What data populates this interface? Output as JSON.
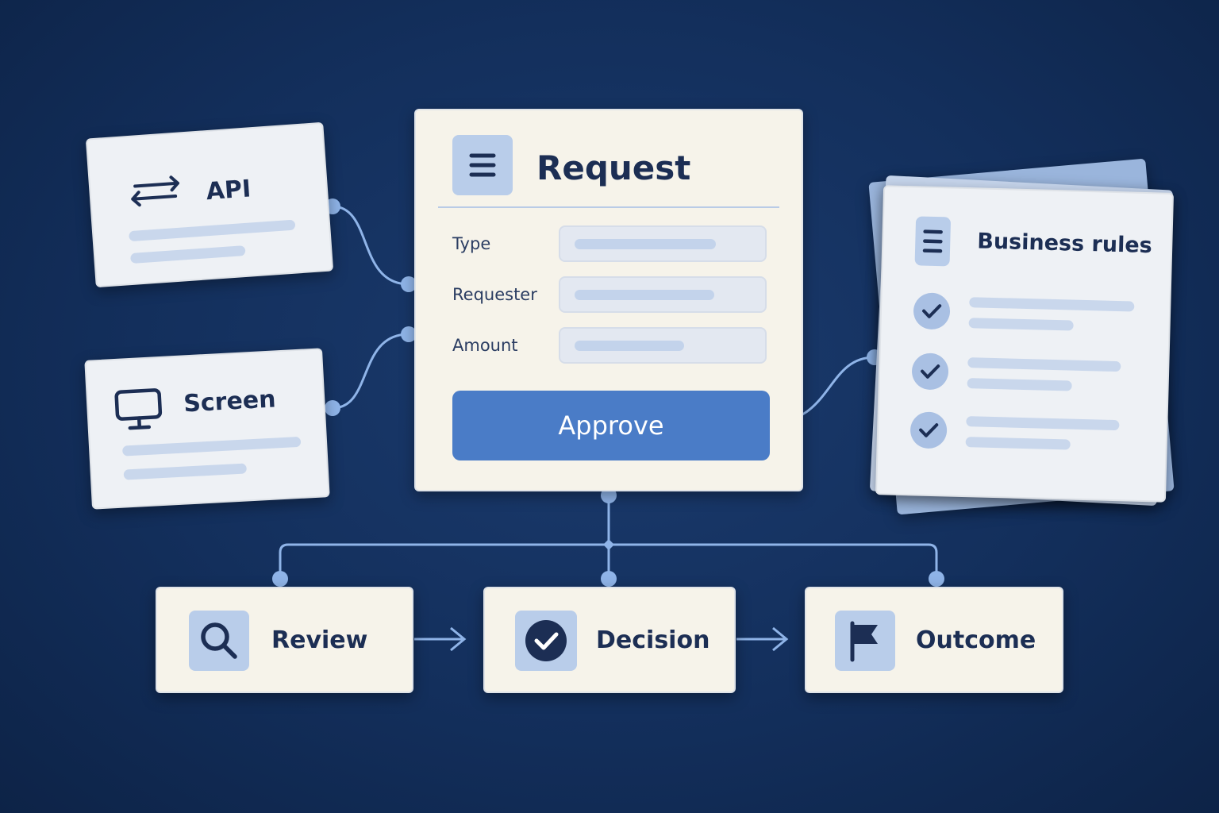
{
  "colors": {
    "background": "#132f5c",
    "card": "#f6f3ea",
    "accent": "#4a7cc7",
    "connector": "#8fb4e8",
    "text": "#1c2e54"
  },
  "api_card": {
    "title": "API",
    "icon": "arrows-exchange-icon"
  },
  "screen_card": {
    "title": "Screen",
    "icon": "monitor-icon"
  },
  "request_card": {
    "title": "Request",
    "icon": "document-icon",
    "fields": [
      {
        "label": "Type"
      },
      {
        "label": "Requester"
      },
      {
        "label": "Amount"
      }
    ],
    "approve_label": "Approve"
  },
  "rules_card": {
    "title": "Business rules",
    "icon": "document-icon",
    "checks": [
      {
        "icon": "check-circle-icon"
      },
      {
        "icon": "check-circle-icon"
      },
      {
        "icon": "check-circle-icon"
      }
    ]
  },
  "flow": [
    {
      "label": "Review",
      "icon": "magnifier-icon"
    },
    {
      "label": "Decision",
      "icon": "check-circle-icon"
    },
    {
      "label": "Outcome",
      "icon": "flag-icon"
    }
  ]
}
